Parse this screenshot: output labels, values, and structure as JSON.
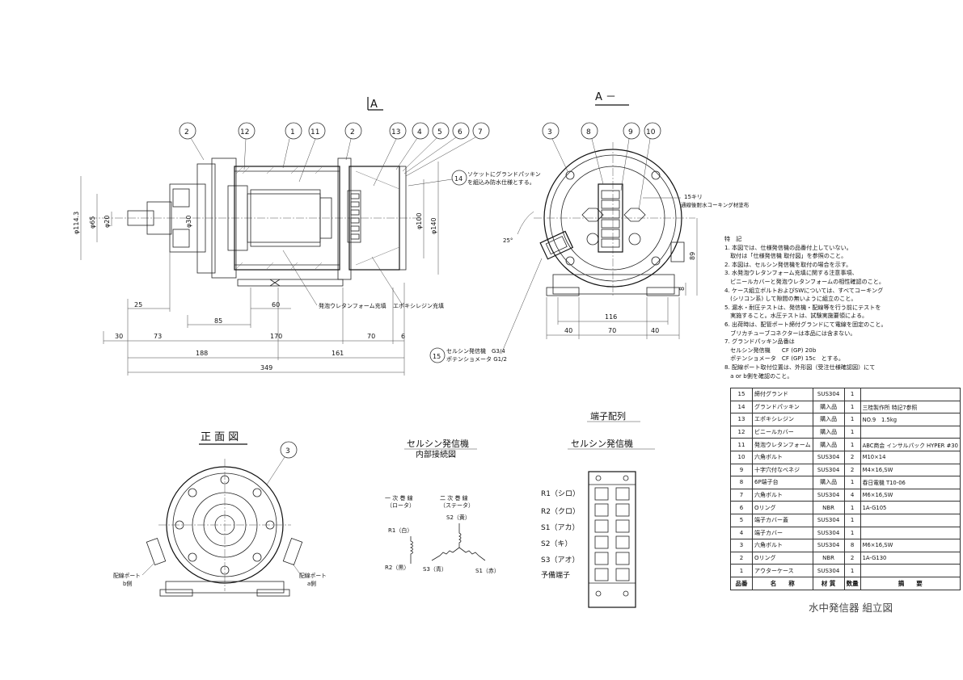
{
  "views": {
    "section_label": "A",
    "side_label": "A －",
    "front_label": "正 面 図",
    "terminal_heading": "端子配列",
    "terminal_sub": "セルシン発信機",
    "wiring_heading": "セルシン発信機",
    "wiring_sub": "内部接続図"
  },
  "balloons_section": [
    "2",
    "12",
    "1",
    "11",
    "2",
    "13",
    "4",
    "5",
    "6",
    "7"
  ],
  "balloons_side": [
    "3",
    "8",
    "9",
    "10"
  ],
  "balloon_front": "3",
  "callouts": {
    "c14_no": "14",
    "c14_line1": "ソケットにグランドパッキン",
    "c14_line2": "を組込み防水仕様とする。",
    "c15_no": "15",
    "c15_line1": "セルシン発信機　G3/4",
    "c15_line2": "ポテンショメータ G1/2",
    "foam": "発泡ウレタンフォーム充填",
    "epoxy": "エポキシレジン充填",
    "drill": "15キリ",
    "caulk": "通線後耐水コーキング材塗布",
    "angle": "25°",
    "port_b": "配線ポート",
    "port_b_side": "b側",
    "port_a": "配線ポート",
    "port_a_side": "a側"
  },
  "dims_section": {
    "d114": "φ114.3",
    "d65": "φ65",
    "d20": "φ20",
    "d30": "φ30",
    "d100": "φ100",
    "d140": "φ140",
    "d25": "25",
    "d60": "60",
    "d85": "85",
    "d30b": "30",
    "d73": "73",
    "d170": "170",
    "d70": "70",
    "d6": "6",
    "d188": "188",
    "d161": "161",
    "d349": "349"
  },
  "dims_side": {
    "d116": "116",
    "d40a": "40",
    "d70": "70",
    "d40b": "40",
    "d89": "89",
    "d8": "8"
  },
  "wiring": {
    "primary": "一 次 巻 線",
    "primary_sub": "（ロータ）",
    "secondary": "二 次 巻 線",
    "secondary_sub": "（ステータ）",
    "r1": "R1（白）",
    "r2": "R2（黒）",
    "s1": "S1（赤）",
    "s2": "S2（黄）",
    "s3": "S3（青）"
  },
  "terminals": [
    "R1（シロ）",
    "R2（クロ）",
    "S1（アカ）",
    "S2（キ）",
    "S3（アオ）",
    "予備端子"
  ],
  "notes": {
    "title": "特　記",
    "lines": [
      "1. 本図では、仕様発信機の品番付上していない。",
      "　取付は「仕様発信機 取付図」を参照のこと。",
      "2. 本図は、セルシン発信機を取付の場合を示す。",
      "3. 水発泡ウレタンフォーム充填に関する注意事項、",
      "　ビニールカバーと発泡ウレタンフォームの相性確認のこと。",
      "4. ケース組立ボルトおよびSWについては、すべてコーキング",
      "　(シリコン系) して隙間の無いように組立のこと。",
      "5. 漏水・耐圧テストは、発信機・配線等を行う前にテストを",
      "　実施すること。水圧テストは、試験実施要領による。",
      "6. 出荷時は、配管ポート締付グランドにて電線を固定のこと。",
      "　ブリカチューブコネクターは本品には含まない。",
      "7. グランドパッキン品番は",
      "　セルシン発信機　　CF (GP) 20b",
      "　ポテンショメータ　CF (GP) 15c　とする。",
      "8. 配線ポート取付位置は、外形図（受注仕様確認図）にて",
      "　a or b側を確認のこと。"
    ]
  },
  "parts_header": {
    "no": "品番",
    "name": "名　　称",
    "material": "材 質",
    "qty": "数量",
    "remark": "摘　　要"
  },
  "parts": [
    {
      "no": "15",
      "name": "締付グランド",
      "material": "SUS304",
      "qty": "1",
      "remark": ""
    },
    {
      "no": "14",
      "name": "グランドパッキン",
      "material": "購入品",
      "qty": "1",
      "remark": "三桂製作所 特記7参照"
    },
    {
      "no": "13",
      "name": "エポキシレジン",
      "material": "購入品",
      "qty": "1",
      "remark": "NO.9　1.5kg"
    },
    {
      "no": "12",
      "name": "ビニールカバー",
      "material": "購入品",
      "qty": "1",
      "remark": ""
    },
    {
      "no": "11",
      "name": "発泡ウレタンフォーム",
      "material": "購入品",
      "qty": "1",
      "remark": "ABC商会 インサルパック HYPER #30"
    },
    {
      "no": "10",
      "name": "六角ボルト",
      "material": "SUS304",
      "qty": "2",
      "remark": "M10×14"
    },
    {
      "no": "9",
      "name": "十字穴付なべネジ",
      "material": "SUS304",
      "qty": "2",
      "remark": "M4×16,SW"
    },
    {
      "no": "8",
      "name": "6P端子台",
      "material": "購入品",
      "qty": "1",
      "remark": "春日電機 T10-06"
    },
    {
      "no": "7",
      "name": "六角ボルト",
      "material": "SUS304",
      "qty": "4",
      "remark": "M6×16,SW"
    },
    {
      "no": "6",
      "name": "Oリング",
      "material": "NBR",
      "qty": "1",
      "remark": "1A-G105"
    },
    {
      "no": "5",
      "name": "端子カバー蓋",
      "material": "SUS304",
      "qty": "1",
      "remark": ""
    },
    {
      "no": "4",
      "name": "端子カバー",
      "material": "SUS304",
      "qty": "1",
      "remark": ""
    },
    {
      "no": "3",
      "name": "六角ボルト",
      "material": "SUS304",
      "qty": "8",
      "remark": "M6×16,SW"
    },
    {
      "no": "2",
      "name": "Oリング",
      "material": "NBR",
      "qty": "2",
      "remark": "1A-G130"
    },
    {
      "no": "1",
      "name": "アウターケース",
      "material": "SUS304",
      "qty": "1",
      "remark": ""
    }
  ],
  "drawing_title": "水中発信器 組立図"
}
